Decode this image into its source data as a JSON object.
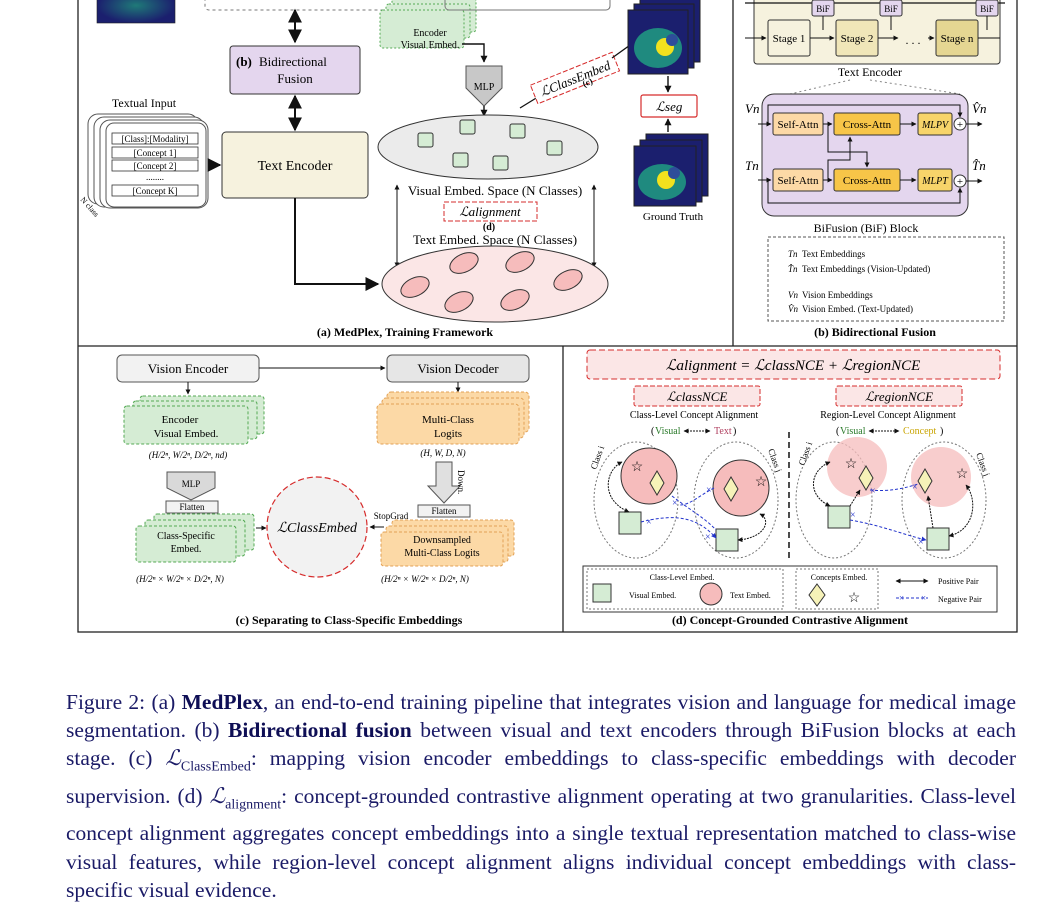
{
  "panel_a": {
    "title": "(a) MedPlex, Training Framework",
    "bif_label": "(b)",
    "bif_text_1": "Bidirectional",
    "bif_text_2": "Fusion",
    "textual_input": "Textual Input",
    "prompt_lines": [
      "[Class]:[Modality]",
      "[Concept 1]",
      "[Concept 2]",
      "........",
      "[Concept K]"
    ],
    "n_class": "N class",
    "text_encoder": "Text Encoder",
    "encoder_embed_1": "Encoder",
    "encoder_embed_2": "Visual Embed.",
    "mlp": "MLP",
    "visual_space": "Visual Embed. Space (N Classes)",
    "text_space": "Text Embed. Space (N Classes)",
    "l_alignment": "ℒalignment",
    "label_d": "(d)",
    "l_classembed": "ℒClassEmbed",
    "label_c": "(c)",
    "l_seg": "ℒseg",
    "ground_truth": "Ground Truth"
  },
  "panel_b": {
    "title": "(b) Bidirectional Fusion",
    "bif": "BiF",
    "stages": [
      "Stage 1",
      "Stage 2",
      "Stage n"
    ],
    "dots": ". . .",
    "text_encoder": "Text Encoder",
    "block_title": "BiFusion (BiF) Block",
    "self_attn": "Self-Attn",
    "cross_attn": "Cross-Attn",
    "mlp_v": "MLPV",
    "mlp_t": "MLPT",
    "v_in": "Vn",
    "t_in": "Tn",
    "v_out": "V̂n",
    "t_out": "T̂n",
    "legend": [
      {
        "sym": "Tn",
        "text": "Text Embeddings"
      },
      {
        "sym": "T̂n",
        "text": "Text Embeddings (Vision-Updated)"
      },
      {
        "sym": "Vn",
        "text": "Vision Embeddings"
      },
      {
        "sym": "V̂n",
        "text": "Vision Embed. (Text-Updated)"
      }
    ]
  },
  "panel_c": {
    "title": "(c) Separating to Class-Specific Embeddings",
    "vision_encoder": "Vision Encoder",
    "vision_decoder": "Vision Decoder",
    "encoder_embed_1": "Encoder",
    "encoder_embed_2": "Visual Embed.",
    "encoder_dims": "(H/2ⁿ, W/2ⁿ, D/2ⁿ, nd)",
    "mlp": "MLP",
    "flatten": "Flatten",
    "class_specific_1": "Class-Specific",
    "class_specific_2": "Embed.",
    "class_dims": "(H/2ⁿ × W/2ⁿ × D/2ⁿ, N)",
    "l_classembed": "ℒClassEmbed",
    "stopgrad": "StopGrad",
    "logits_1": "Multi-Class",
    "logits_2": "Logits",
    "logits_dims": "(H, W, D, N)",
    "down": "Down.",
    "down_logits_1": "Downsampled",
    "down_logits_2": "Multi-Class Logits",
    "down_dims": "(H/2ⁿ × W/2ⁿ × D/2ⁿ, N)"
  },
  "panel_d": {
    "title": "(d) Concept-Grounded Contrastive Alignment",
    "equation": "ℒalignment = ℒclassNCE + ℒregionNCE",
    "l_class": "ℒclassNCE",
    "l_region": "ℒregionNCE",
    "class_level": "Class-Level Concept Alignment",
    "region_level": "Region-Level Concept Alignment",
    "visual": "Visual",
    "text": "Text",
    "concept": "Concept",
    "class_i": "Class i",
    "class_j": "Class j",
    "legend_class_level": "Class-Level Embed.",
    "legend_visual": "Visual Embed.",
    "legend_text": "Text Embed.",
    "legend_concepts": "Concepts Embed.",
    "legend_positive": "Positive Pair",
    "legend_negative": "Negative Pair"
  },
  "caption": {
    "p1": "Figure 2: (a) ",
    "medplex": "MedPlex",
    "p2": ", an end-to-end training pipeline that integrates vision and language for medical image segmentation. (b) ",
    "bif": "Bidirectional fusion",
    "p3": " between visual and text encoders through BiFusion blocks at each stage. (c) ",
    "l1": "ℒ",
    "l1sub": "ClassEmbed",
    "p4": ": mapping vision encoder embeddings to class-specific embeddings with decoder supervision. (d) ",
    "l2": "ℒ",
    "l2sub": "alignment",
    "p5": ": concept-grounded contrastive alignment operating at two granularities. Class-level concept alignment aggregates concept embeddings into a single textual representation matched to class-wise visual features, while region-level concept alignment aligns individual concept embeddings with class-specific visual evidence."
  },
  "colors": {
    "purple": "#e4d6ee",
    "beige": "#f6f2de",
    "green": "#d5ecd4",
    "orange": "#fcd9a6",
    "pink": "#f6bcbc",
    "red": "#d62c2c"
  }
}
